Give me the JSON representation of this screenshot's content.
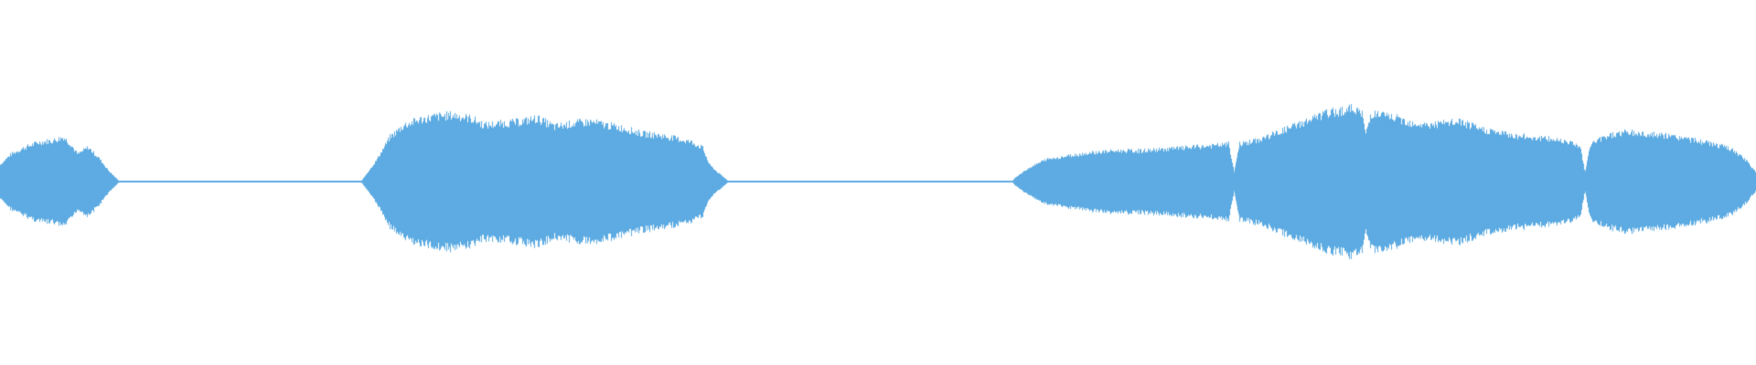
{
  "waveform": {
    "color": "#5DABE2",
    "background": "#FFFFFF",
    "duration_fraction_segments": [
      {
        "start": 0.0,
        "end": 0.067,
        "peak": 0.26
      },
      {
        "start": 0.207,
        "end": 0.414,
        "peak": 0.39
      },
      {
        "start": 0.578,
        "end": 1.0,
        "peak": 0.43
      }
    ],
    "envelope": [
      [
        0.0,
        0.1
      ],
      [
        0.006,
        0.16
      ],
      [
        0.014,
        0.2
      ],
      [
        0.022,
        0.23
      ],
      [
        0.03,
        0.24
      ],
      [
        0.036,
        0.26
      ],
      [
        0.04,
        0.22
      ],
      [
        0.044,
        0.16
      ],
      [
        0.05,
        0.2
      ],
      [
        0.056,
        0.14
      ],
      [
        0.062,
        0.06
      ],
      [
        0.067,
        0.01
      ],
      [
        0.068,
        0.004
      ],
      [
        0.206,
        0.004
      ],
      [
        0.207,
        0.02
      ],
      [
        0.214,
        0.12
      ],
      [
        0.222,
        0.26
      ],
      [
        0.23,
        0.33
      ],
      [
        0.238,
        0.36
      ],
      [
        0.248,
        0.38
      ],
      [
        0.258,
        0.39
      ],
      [
        0.268,
        0.37
      ],
      [
        0.276,
        0.33
      ],
      [
        0.286,
        0.34
      ],
      [
        0.296,
        0.35
      ],
      [
        0.306,
        0.37
      ],
      [
        0.316,
        0.32
      ],
      [
        0.326,
        0.34
      ],
      [
        0.336,
        0.35
      ],
      [
        0.346,
        0.33
      ],
      [
        0.356,
        0.31
      ],
      [
        0.366,
        0.28
      ],
      [
        0.376,
        0.27
      ],
      [
        0.386,
        0.25
      ],
      [
        0.394,
        0.23
      ],
      [
        0.4,
        0.2
      ],
      [
        0.404,
        0.1
      ],
      [
        0.408,
        0.06
      ],
      [
        0.414,
        0.01
      ],
      [
        0.415,
        0.004
      ],
      [
        0.577,
        0.004
      ],
      [
        0.578,
        0.02
      ],
      [
        0.586,
        0.08
      ],
      [
        0.596,
        0.13
      ],
      [
        0.608,
        0.15
      ],
      [
        0.622,
        0.17
      ],
      [
        0.636,
        0.18
      ],
      [
        0.65,
        0.18
      ],
      [
        0.664,
        0.19
      ],
      [
        0.678,
        0.2
      ],
      [
        0.692,
        0.21
      ],
      [
        0.7,
        0.22
      ],
      [
        0.703,
        0.05
      ],
      [
        0.706,
        0.22
      ],
      [
        0.716,
        0.24
      ],
      [
        0.726,
        0.28
      ],
      [
        0.736,
        0.32
      ],
      [
        0.746,
        0.36
      ],
      [
        0.756,
        0.4
      ],
      [
        0.766,
        0.42
      ],
      [
        0.772,
        0.43
      ],
      [
        0.776,
        0.39
      ],
      [
        0.778,
        0.28
      ],
      [
        0.781,
        0.4
      ],
      [
        0.792,
        0.38
      ],
      [
        0.802,
        0.35
      ],
      [
        0.812,
        0.33
      ],
      [
        0.822,
        0.34
      ],
      [
        0.832,
        0.35
      ],
      [
        0.842,
        0.31
      ],
      [
        0.852,
        0.29
      ],
      [
        0.862,
        0.27
      ],
      [
        0.872,
        0.26
      ],
      [
        0.882,
        0.25
      ],
      [
        0.892,
        0.24
      ],
      [
        0.9,
        0.21
      ],
      [
        0.903,
        0.05
      ],
      [
        0.906,
        0.22
      ],
      [
        0.916,
        0.27
      ],
      [
        0.926,
        0.29
      ],
      [
        0.936,
        0.28
      ],
      [
        0.946,
        0.27
      ],
      [
        0.956,
        0.26
      ],
      [
        0.966,
        0.24
      ],
      [
        0.976,
        0.22
      ],
      [
        0.986,
        0.19
      ],
      [
        0.994,
        0.13
      ],
      [
        1.0,
        0.06
      ]
    ]
  }
}
